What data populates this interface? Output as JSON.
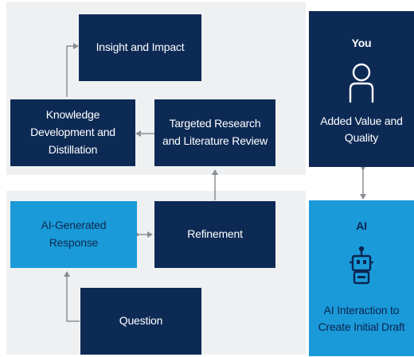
{
  "you_panel": {
    "title": "You",
    "icon": "person-icon",
    "subtitle": "Added Value and Quality"
  },
  "ai_panel": {
    "title": "AI",
    "icon": "robot-icon",
    "subtitle": "AI Interaction to Create Initial Draft"
  },
  "nodes": {
    "insight": "Insight and Impact",
    "knowledge": "Knowledge Development and Distillation",
    "targeted": "Targeted Research and Literature Review",
    "ai_response": "AI-Generated Response",
    "refinement": "Refinement",
    "question": "Question"
  },
  "colors": {
    "navy": "#0d2a55",
    "sky": "#1a9ad9",
    "band": "#eef0f2",
    "arrow": "#8a8f94"
  }
}
